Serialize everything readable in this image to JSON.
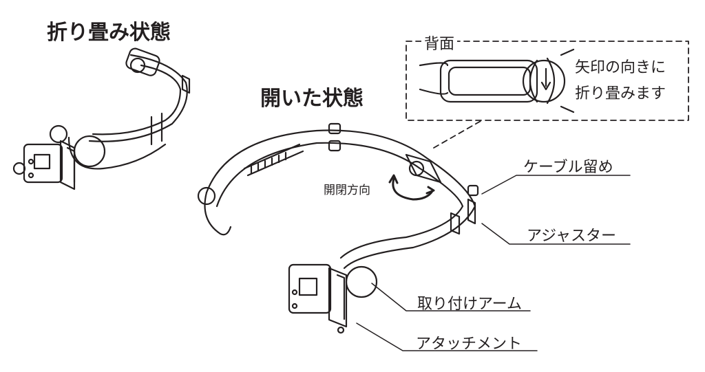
{
  "titles": {
    "folded": "折り畳み状態",
    "open": "開いた状態"
  },
  "inset": {
    "label": "背面",
    "note_line1": "矢印の向きに",
    "note_line2": "折り畳みます"
  },
  "callouts": {
    "direction": "開閉方向",
    "cable_clip": "ケーブル留め",
    "adjuster": "アジャスター",
    "mount_arm": "取り付けアーム",
    "attachment": "アタッチメント"
  },
  "colors": {
    "ink": "#231f20",
    "background": "#ffffff"
  }
}
